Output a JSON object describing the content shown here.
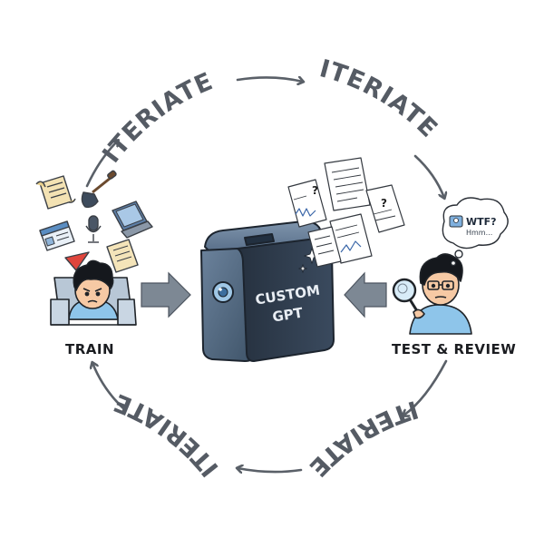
{
  "cycle": {
    "labels": [
      "ITERIATE",
      "ITERIATE",
      "ITERIATE",
      "ITERIATE"
    ]
  },
  "nodes": {
    "train": "TRAIN",
    "test_review": "TEST & REVIEW"
  },
  "custom_gpt": {
    "line1": "CUSTOM",
    "line2": "GPT"
  },
  "thought_bubble": {
    "line1": "WTF?",
    "line2": "Hmm..."
  },
  "doc_marks": [
    "?",
    "?"
  ],
  "colors": {
    "arrow_gray": "#5a6068",
    "block_arrow": "#7d8894",
    "box_front": "#4f6680",
    "box_side": "#2f3f52",
    "skin": "#f6c9a4",
    "shirt": "#8ec5ea"
  }
}
